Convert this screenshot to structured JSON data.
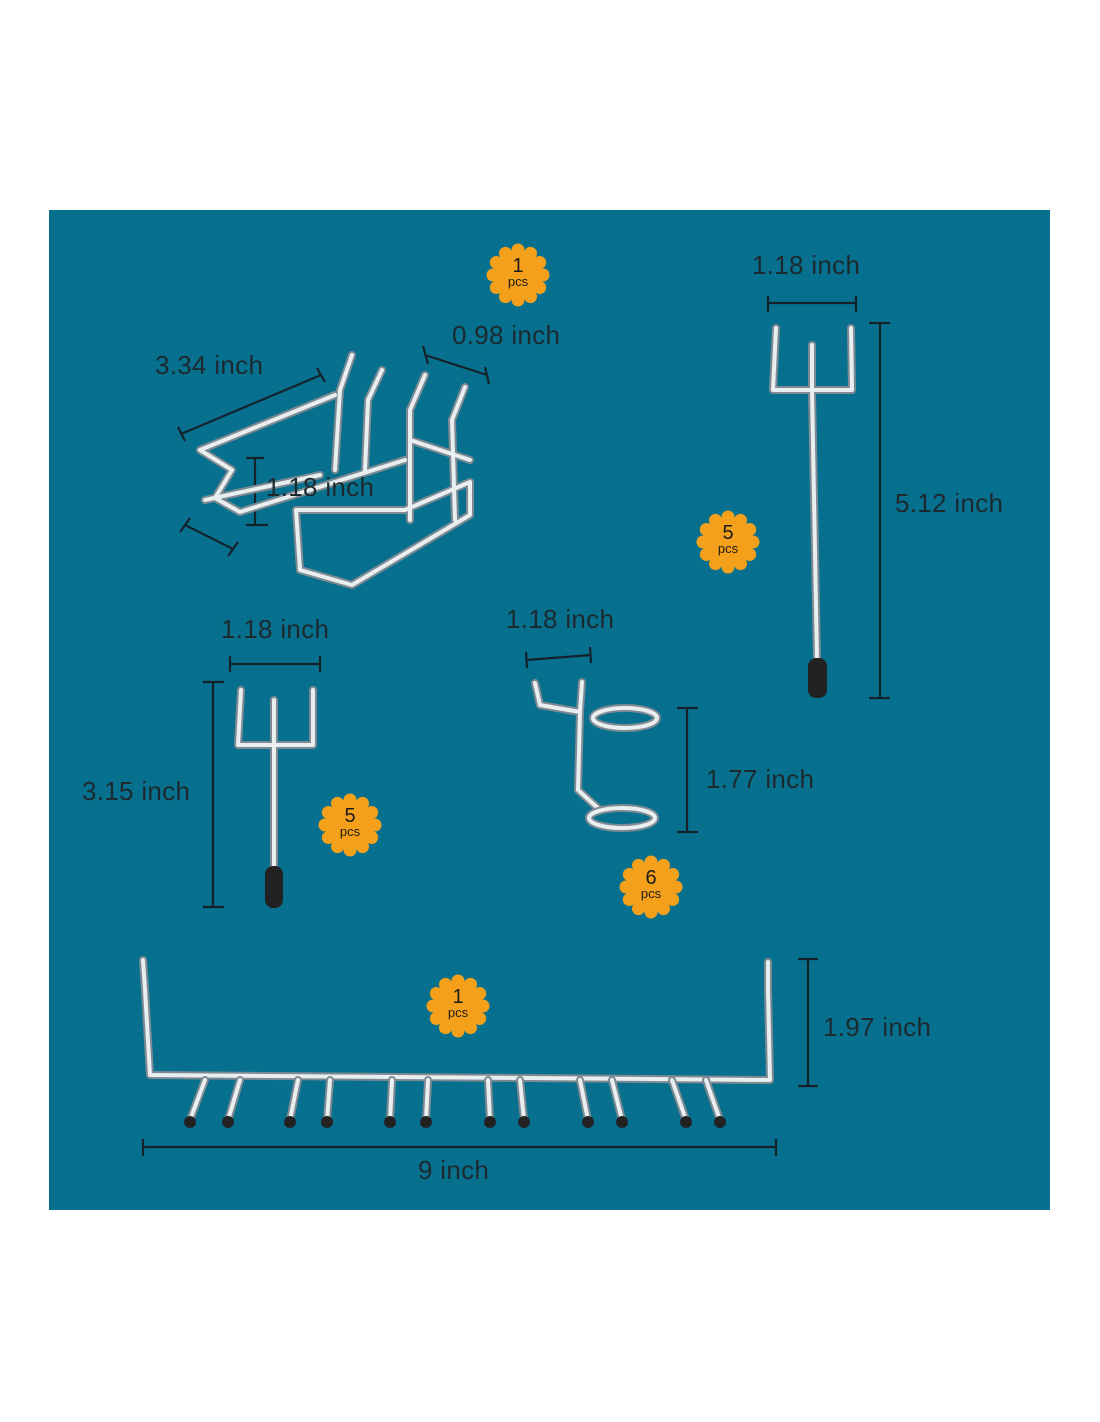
{
  "colors": {
    "background": "#06708e",
    "badge": "#f5a01a",
    "text": "#1c2a30"
  },
  "items": [
    {
      "name": "basket-hook",
      "count": "1",
      "unit": "pcs",
      "dimensions": [
        "3.34 inch",
        "0.98 inch",
        "1.18 inch"
      ]
    },
    {
      "name": "long-forked-hook",
      "count": "5",
      "unit": "pcs",
      "dimensions": [
        "1.18 inch",
        "5.12 inch"
      ]
    },
    {
      "name": "short-forked-hook",
      "count": "5",
      "unit": "pcs",
      "dimensions": [
        "1.18 inch",
        "3.15 inch"
      ]
    },
    {
      "name": "ring-hook",
      "count": "6",
      "unit": "pcs",
      "dimensions": [
        "1.18 inch",
        "1.77 inch"
      ]
    },
    {
      "name": "multi-hook-bar",
      "count": "1",
      "unit": "pcs",
      "dimensions": [
        "1.97 inch",
        "9 inch"
      ]
    }
  ]
}
